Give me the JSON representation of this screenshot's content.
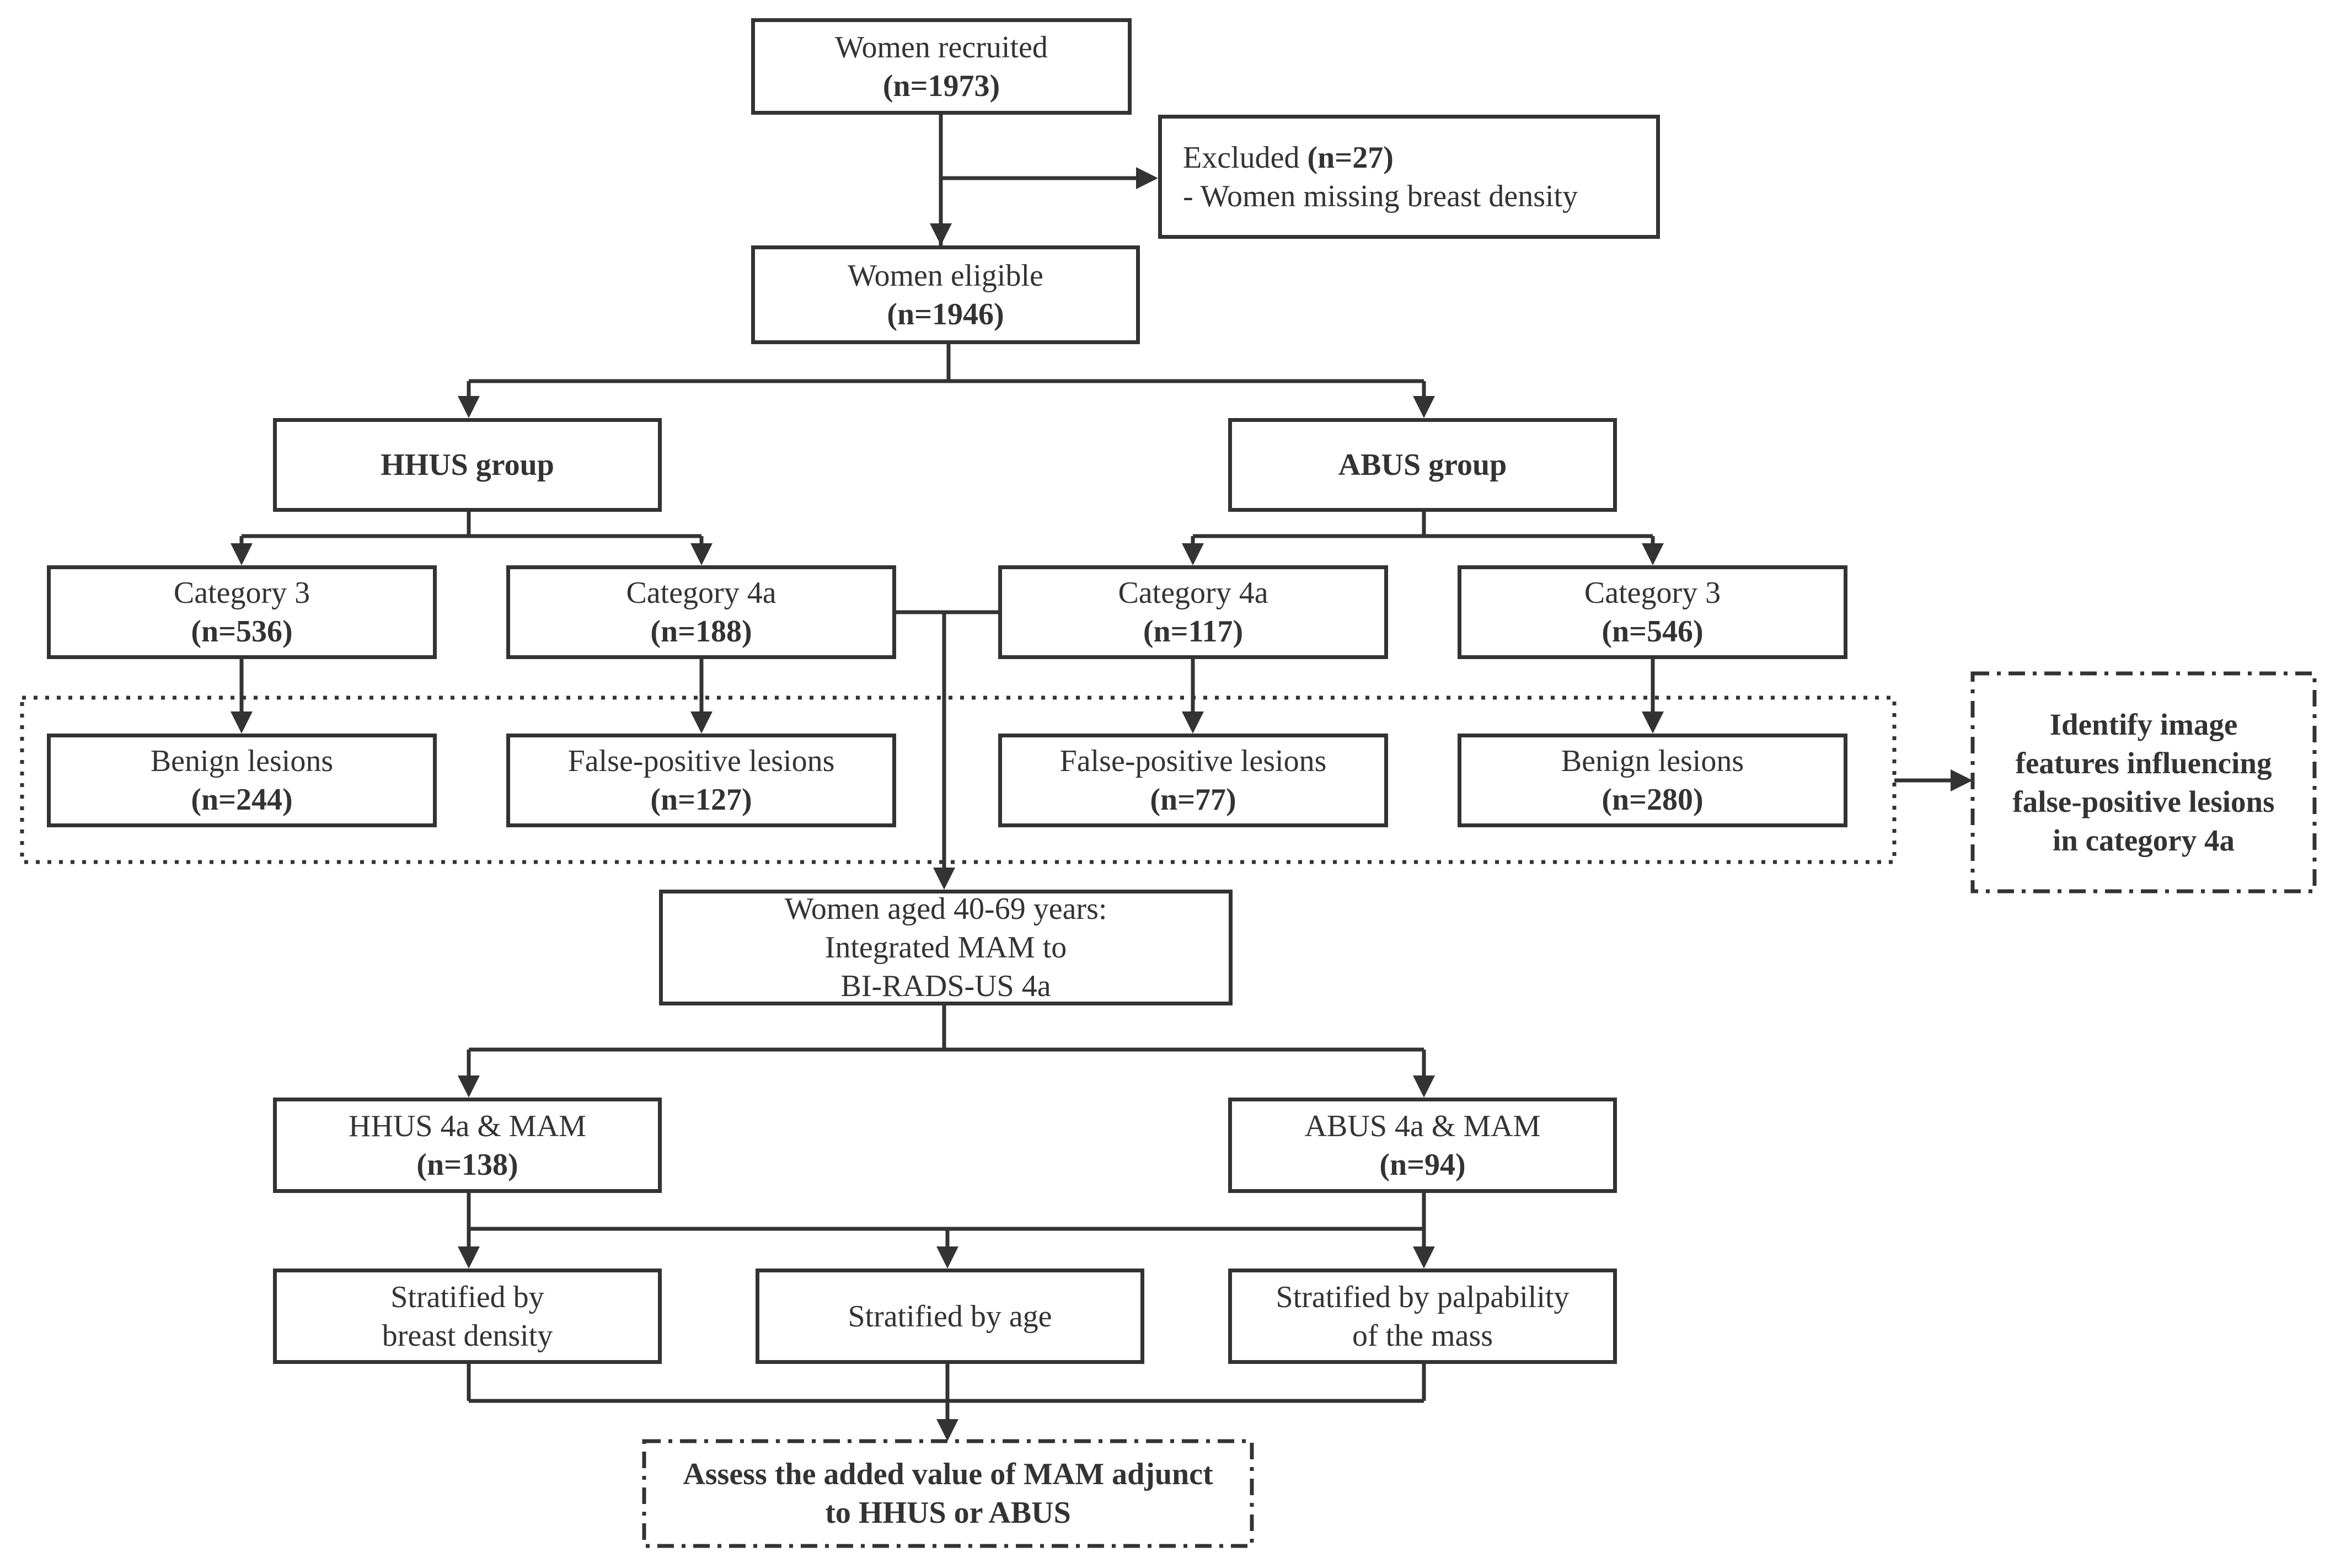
{
  "recruited": {
    "label": "Women recruited",
    "n": "(n=1973)"
  },
  "excluded": {
    "label": "Excluded",
    "n": "(n=27)",
    "reason": "- Women missing breast density"
  },
  "eligible": {
    "label": "Women eligible",
    "n": "(n=1946)"
  },
  "hhus_group": {
    "label": "HHUS group"
  },
  "abus_group": {
    "label": "ABUS group"
  },
  "hhus_cat3": {
    "label": "Category 3",
    "n": "(n=536)"
  },
  "hhus_cat4a": {
    "label": "Category 4a",
    "n": "(n=188)"
  },
  "abus_cat4a": {
    "label": "Category 4a",
    "n": "(n=117)"
  },
  "abus_cat3": {
    "label": "Category 3",
    "n": "(n=546)"
  },
  "hhus_benign": {
    "label": "Benign lesions",
    "n": "(n=244)"
  },
  "hhus_fp": {
    "label": "False-positive lesions",
    "n": "(n=127)"
  },
  "abus_fp": {
    "label": "False-positive lesions",
    "n": "(n=77)"
  },
  "abus_benign": {
    "label": "Benign lesions",
    "n": "(n=280)"
  },
  "identify": {
    "lines": [
      "Identify image",
      "features influencing",
      "false-positive lesions",
      "in category 4a"
    ]
  },
  "integrated": {
    "lines": [
      "Women aged 40-69 years:",
      "Integrated MAM to",
      "BI-RADS-US 4a"
    ]
  },
  "hhus_mam": {
    "label": "HHUS 4a & MAM",
    "n": "(n=138)"
  },
  "abus_mam": {
    "label": "ABUS 4a & MAM",
    "n": "(n=94)"
  },
  "strat_density": {
    "lines": [
      "Stratified by",
      "breast density"
    ]
  },
  "strat_age": {
    "label": "Stratified by age"
  },
  "strat_palp": {
    "lines": [
      "Stratified by palpability",
      "of the mass"
    ]
  },
  "assess": {
    "lines": [
      "Assess the added value of MAM adjunct",
      "to HHUS or ABUS"
    ]
  }
}
